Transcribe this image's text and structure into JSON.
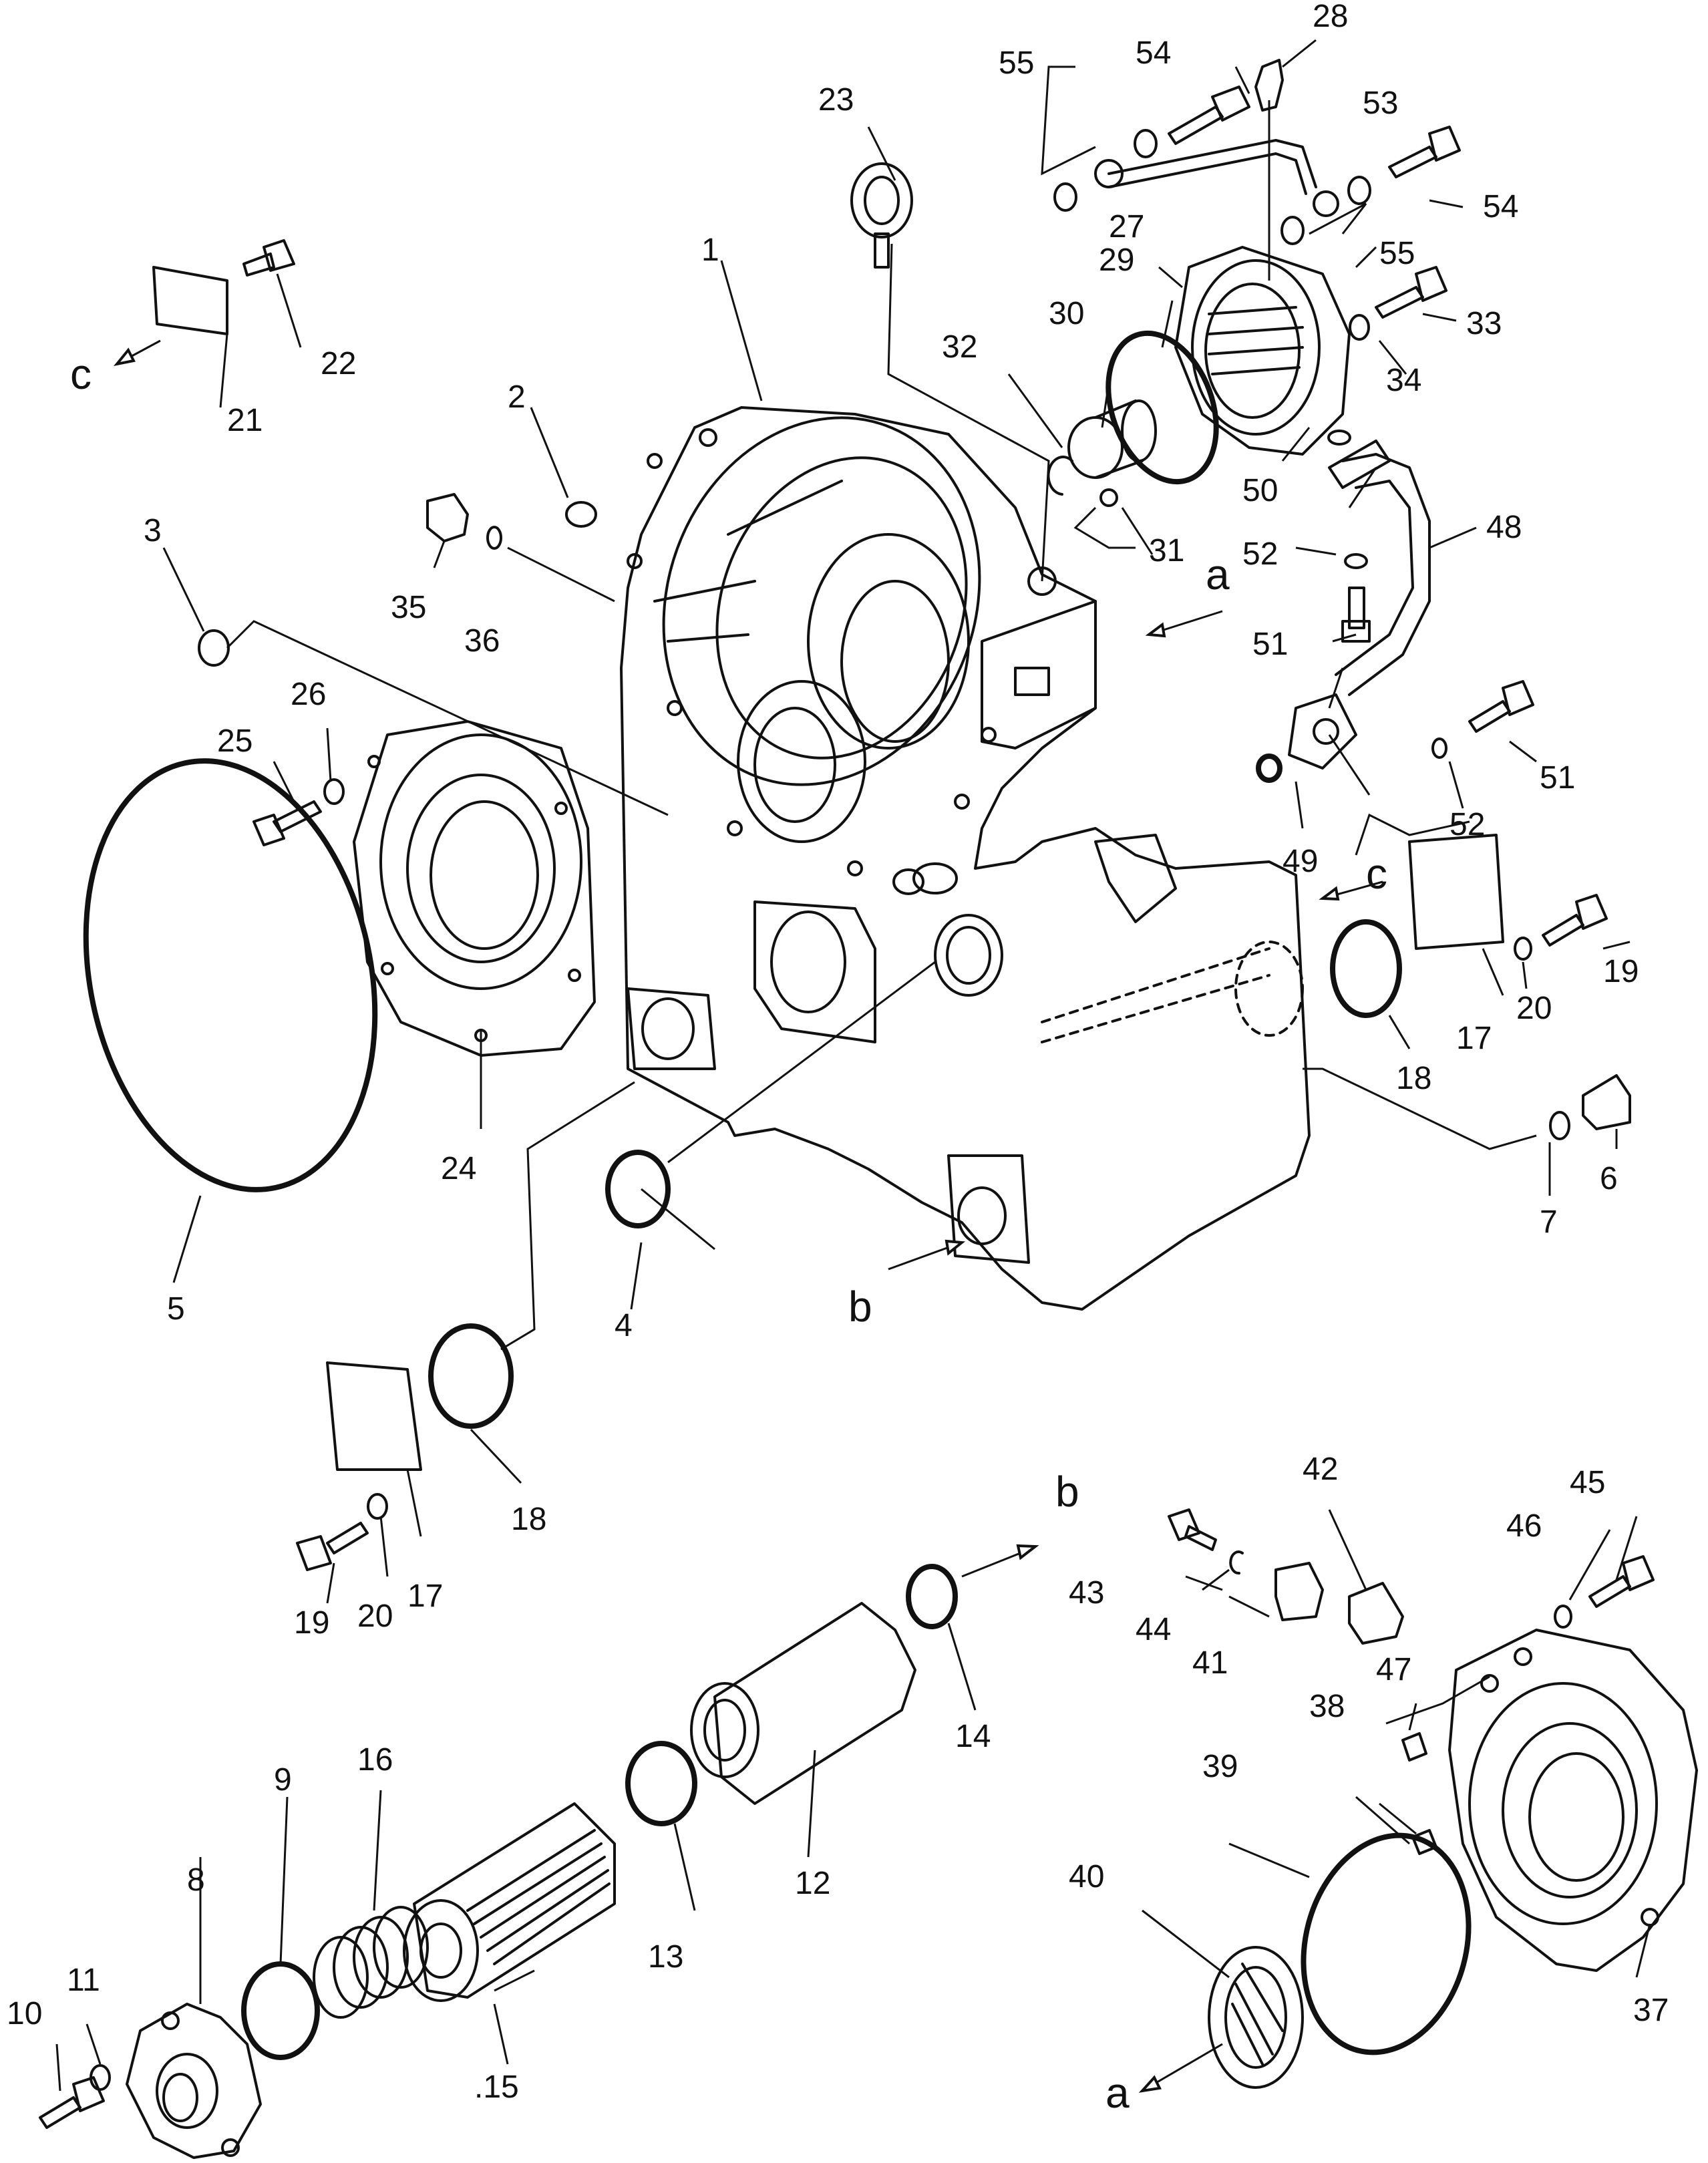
{
  "refs": {
    "a": "a",
    "b": "b",
    "c": "c"
  },
  "callouts": {
    "n1": "1",
    "n2": "2",
    "n3": "3",
    "n4": "4",
    "n5": "5",
    "n6": "6",
    "n7": "7",
    "n8": "8",
    "n9": "9",
    "n10": "10",
    "n11": "11",
    "n12": "12",
    "n13": "13",
    "n14": "14",
    "n15": ".15",
    "n16": "16",
    "n17": "17",
    "n18": "18",
    "n19": "19",
    "n20": "20",
    "n21": "21",
    "n22": "22",
    "n23": "23",
    "n24": "24",
    "n25": "25",
    "n26": "26",
    "n27": "27",
    "n28": "28",
    "n29": "29",
    "n30": "30",
    "n31": "31",
    "n32": "32",
    "n33": "33",
    "n34": "34",
    "n35": "35",
    "n36": "36",
    "n37": "37",
    "n38": "38",
    "n39": "39",
    "n40": "40",
    "n41": "41",
    "n42": "42",
    "n43": "43",
    "n44": "44",
    "n45": "45",
    "n46": "46",
    "n47": "47",
    "n48": "48",
    "n49": "49",
    "n50": "50",
    "n51": "51",
    "n52": "52",
    "n53": "53",
    "n54": "54",
    "n55": "55"
  }
}
